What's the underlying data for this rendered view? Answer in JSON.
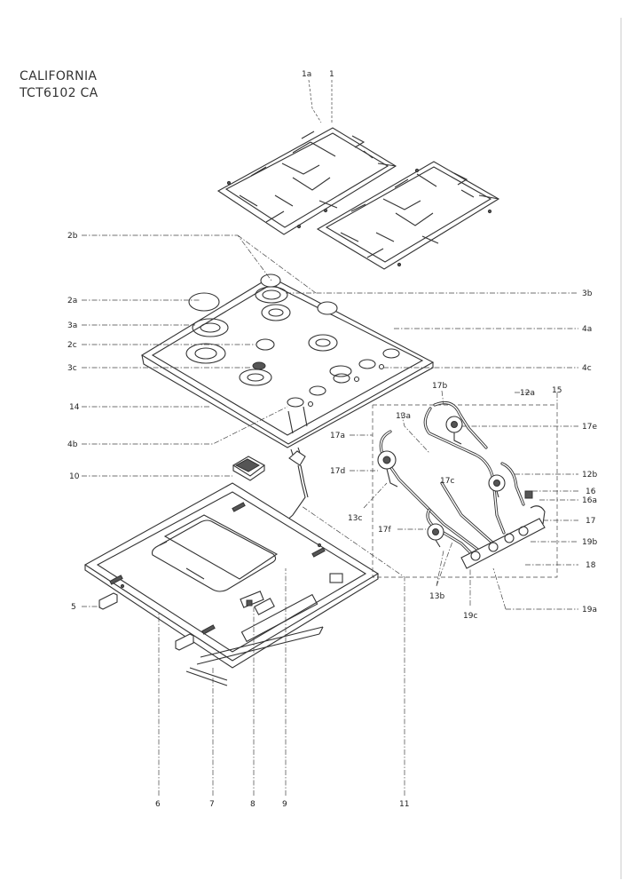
{
  "title": {
    "line1": "CALIFORNIA",
    "line2": "TCT6102 CA"
  },
  "callouts": {
    "p1a": "1a",
    "p1": "1",
    "p2b": "2b",
    "p2a": "2a",
    "p3a": "3a",
    "p2c": "2c",
    "p3c": "3c",
    "p14": "14",
    "p4b": "4b",
    "p10": "10",
    "p5": "5",
    "p3b": "3b",
    "p4a": "4a",
    "p4c": "4c",
    "p17b": "17b",
    "p12a": "12a",
    "p15": "15",
    "p13a": "13a",
    "p17e": "17e",
    "p17a": "17a",
    "p17d": "17d",
    "p12b": "12b",
    "p17c": "17c",
    "p16": "16",
    "p16a": "16a",
    "p17": "17",
    "p13c": "13c",
    "p17f": "17f",
    "p19b": "19b",
    "p18": "18",
    "p13b": "13b",
    "p19a": "19a",
    "p19c": "19c",
    "p6": "6",
    "p7": "7",
    "p8": "8",
    "p9": "9",
    "p11": "11"
  }
}
